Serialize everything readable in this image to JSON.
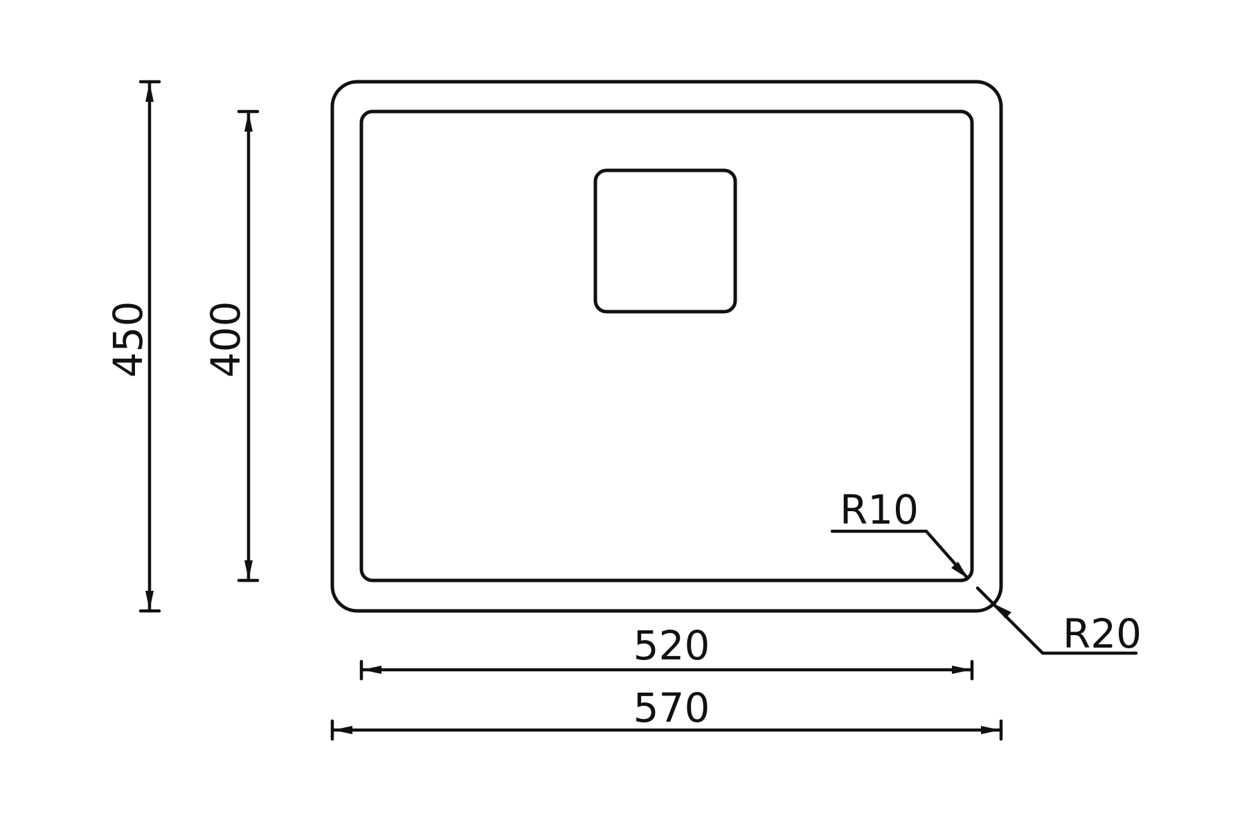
{
  "colors": {
    "line": "#111111",
    "background": "#ffffff"
  },
  "dimensions": {
    "outer_height": "450",
    "inner_height": "400",
    "inner_width": "520",
    "outer_width": "570",
    "inner_radius": "R10",
    "outer_radius": "R20"
  }
}
